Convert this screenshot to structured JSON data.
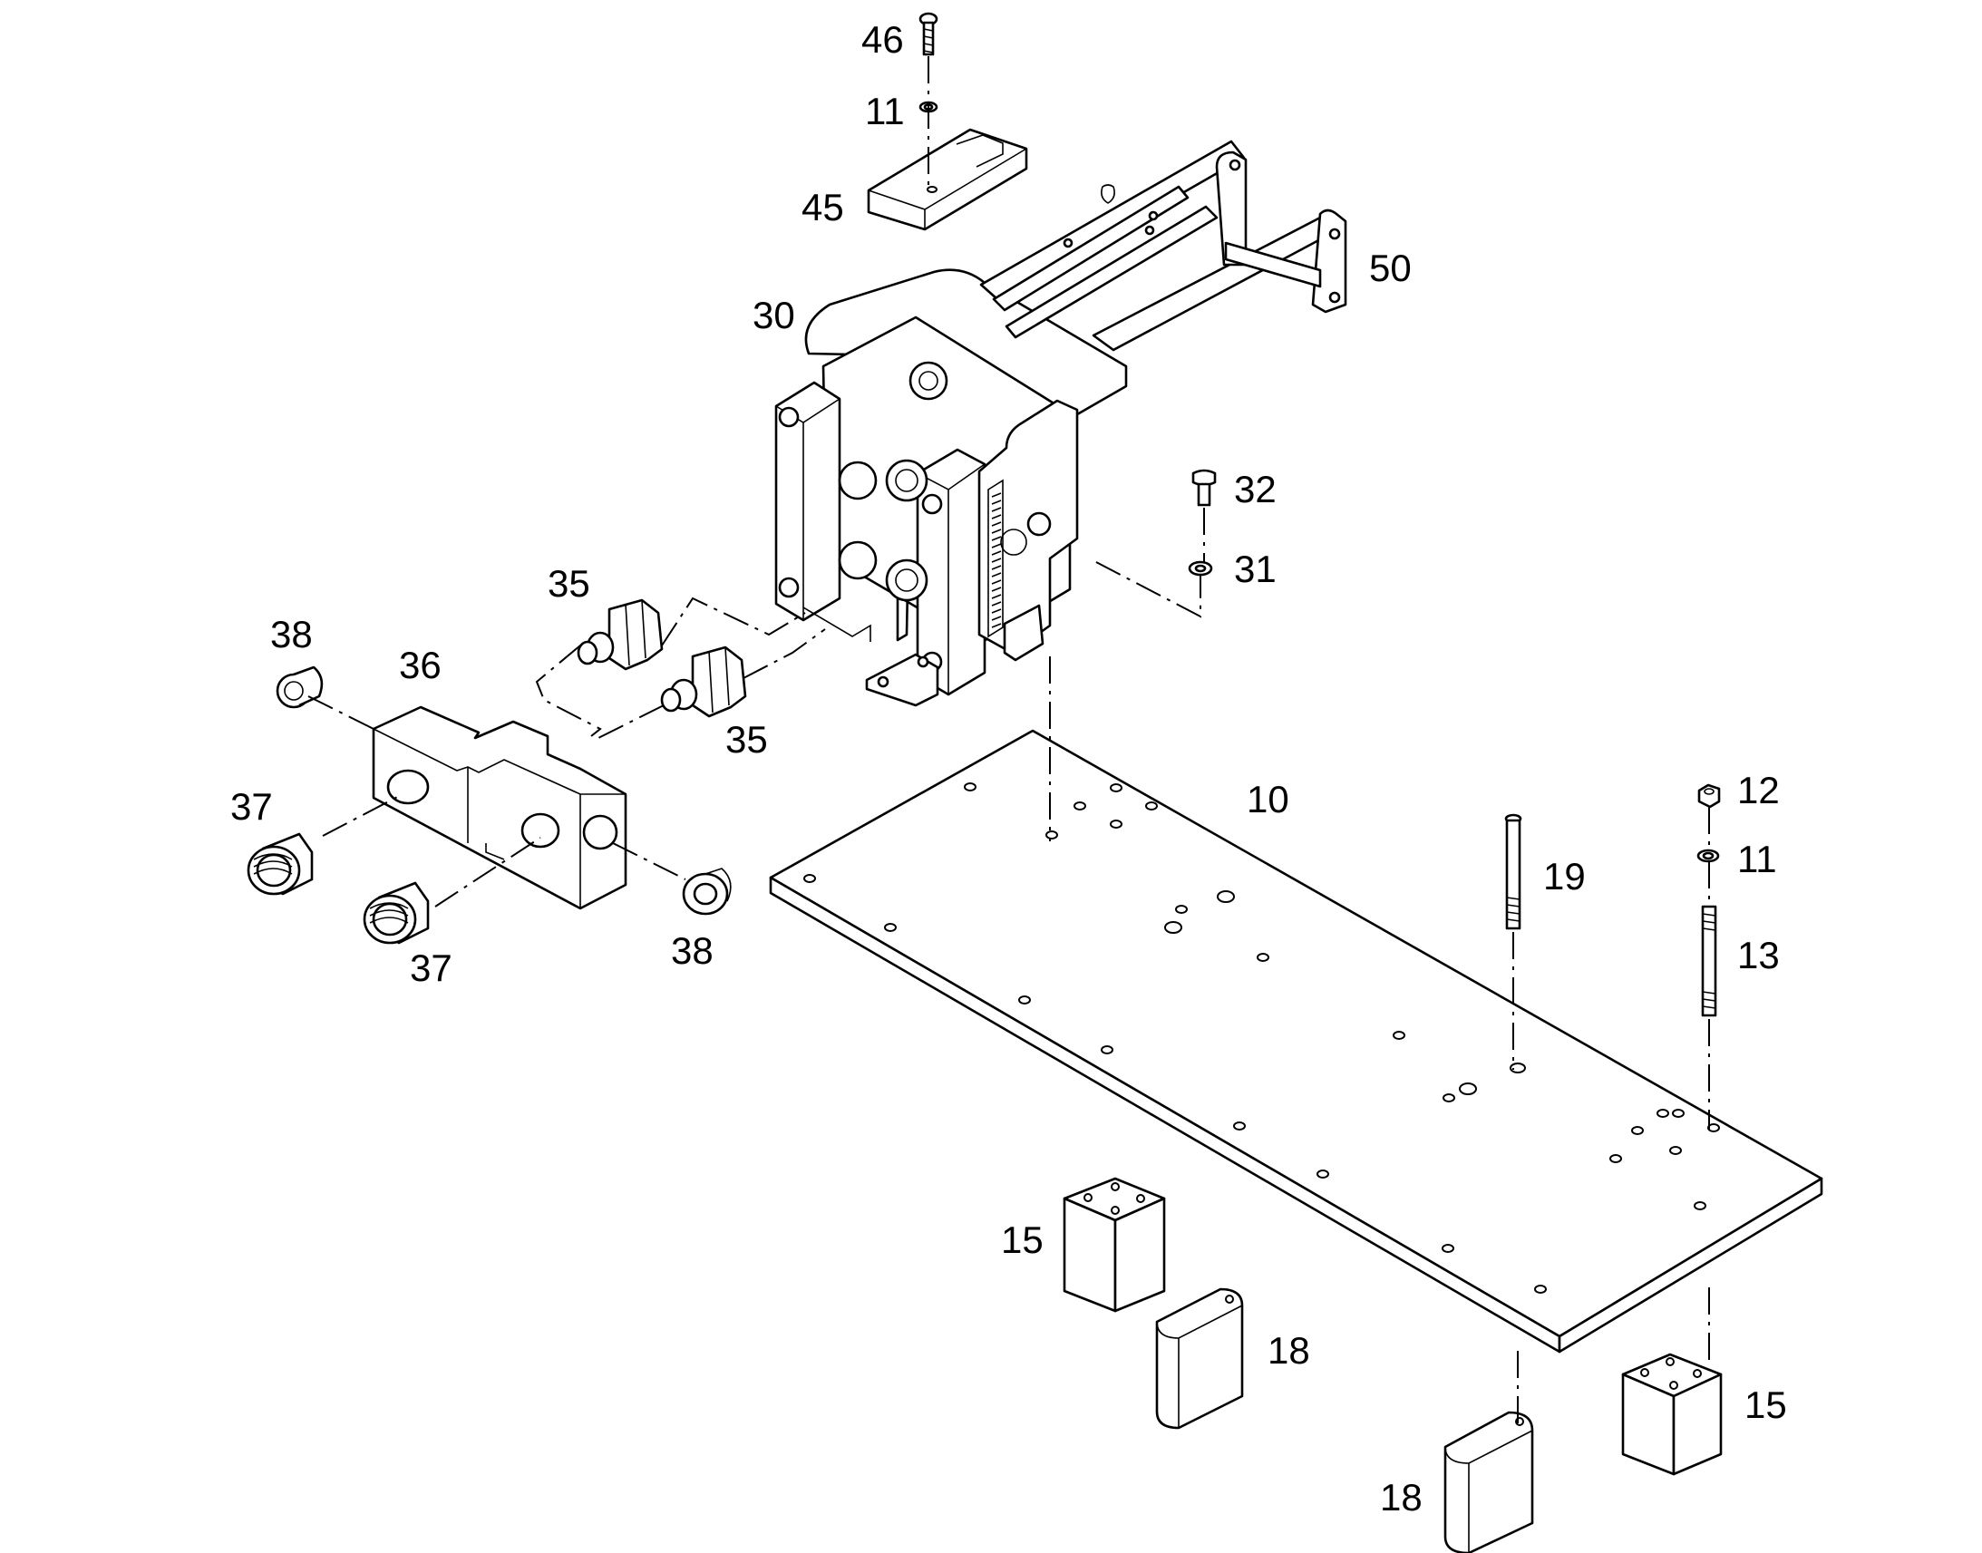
{
  "parts": {
    "p10": "10",
    "p11a": "11",
    "p11b": "11",
    "p12": "12",
    "p13": "13",
    "p15a": "15",
    "p15b": "15",
    "p18a": "18",
    "p18b": "18",
    "p19": "19",
    "p30": "30",
    "p31": "31",
    "p32": "32",
    "p35a": "35",
    "p35b": "35",
    "p36": "36",
    "p37a": "37",
    "p37b": "37",
    "p38a": "38",
    "p38b": "38",
    "p45": "45",
    "p46": "46",
    "p50": "50"
  }
}
